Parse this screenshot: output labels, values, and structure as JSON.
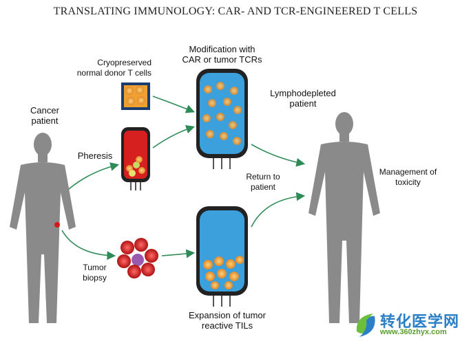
{
  "title": "TRANSLATING IMMUNOLOGY: CAR- AND TCR-ENGINEERED T CELLS",
  "labels": {
    "cancer_patient": [
      "Cancer",
      "patient"
    ],
    "cryopreserved": [
      "Cryopreserved",
      "normal donor T cells"
    ],
    "modification": [
      "Modification with",
      "CAR or tumor TCRs"
    ],
    "pheresis": "Pheresis",
    "lymphodepleted": [
      "Lymphodepleted",
      "patient"
    ],
    "return": [
      "Return to",
      "patient"
    ],
    "management": [
      "Management of",
      "toxicity"
    ],
    "tumor_biopsy": [
      "Tumor",
      "biopsy"
    ],
    "expansion": [
      "Expansion of tumor",
      "reactive TILs"
    ]
  },
  "logo": {
    "name": "转化医学网",
    "url": "www.360zhyx.com"
  },
  "colors": {
    "arrow": "#2e8b57",
    "bag_blue": "#3ca0dc",
    "bag_red": "#d62020",
    "silhouette": "#8a8a8a",
    "cell": "#f2a23a"
  }
}
